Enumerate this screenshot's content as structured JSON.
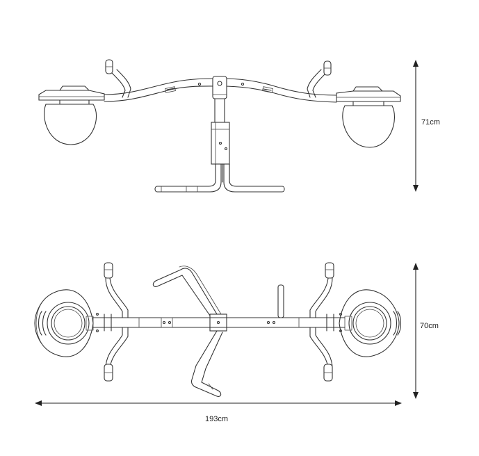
{
  "dimensions": {
    "side_height": "71cm",
    "top_depth": "70cm",
    "overall_length": "193cm"
  }
}
